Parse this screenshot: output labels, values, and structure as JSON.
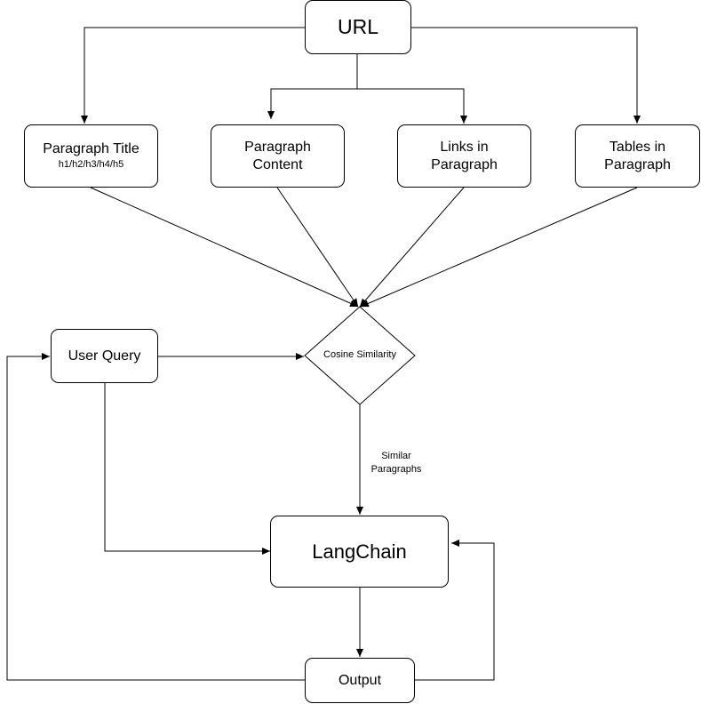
{
  "nodes": {
    "url": "URL",
    "paragraph_title": "Paragraph Title",
    "paragraph_title_sub": "h1/h2/h3/h4/h5",
    "paragraph_content": "Paragraph Content",
    "links": "Links in Paragraph",
    "tables": "Tables in Paragraph",
    "user_query": "User Query",
    "cosine": "Cosine Similarity",
    "langchain": "LangChain",
    "output": "Output"
  },
  "edge_labels": {
    "similar_line1": "Similar",
    "similar_line2": "Paragraphs"
  }
}
